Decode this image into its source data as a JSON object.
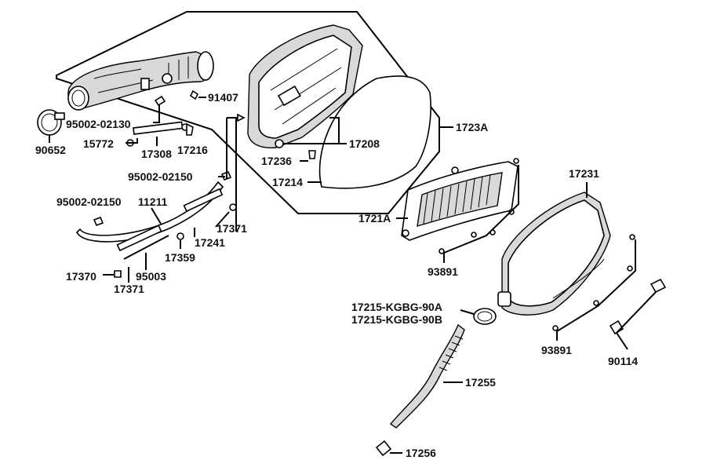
{
  "diagram": {
    "labels": {
      "p95002_02130": "95002-02130",
      "p91407": "91407",
      "p90652": "90652",
      "p15772": "15772",
      "p17308": "17308",
      "p17216": "17216",
      "p95002_02150_a": "95002-02150",
      "p95002_02150_b": "95002-02150",
      "p11211": "11211",
      "p17371_a": "17371",
      "p17241": "17241",
      "p17359": "17359",
      "p17370": "17370",
      "p95003": "95003",
      "p17371_b": "17371",
      "p1723A": "1723A",
      "p17208": "17208",
      "p17236": "17236",
      "p17214": "17214",
      "p1721A": "1721A",
      "p17231": "17231",
      "p93891_a": "93891",
      "p17215_a": "17215-KGBG-90A",
      "p17215_b": "17215-KGBG-90B",
      "p93891_b": "93891",
      "p90114": "90114",
      "p17255": "17255",
      "p17256": "17256"
    }
  }
}
